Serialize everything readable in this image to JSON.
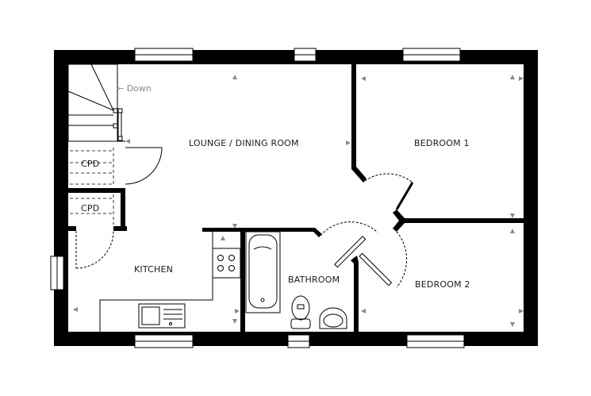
{
  "title": "Floor plan",
  "rooms": {
    "lounge": "LOUNGE / DINING ROOM",
    "bedroom1": "BEDROOM 1",
    "bedroom2": "BEDROOM 2",
    "kitchen": "KITCHEN",
    "bathroom": "BATHROOM",
    "cupboard1": "CPD",
    "cupboard2": "CPD"
  },
  "stairs_label": "← Down",
  "colors": {
    "wall": "#000000",
    "marker": "#888888",
    "line": "#1a1a1a"
  }
}
